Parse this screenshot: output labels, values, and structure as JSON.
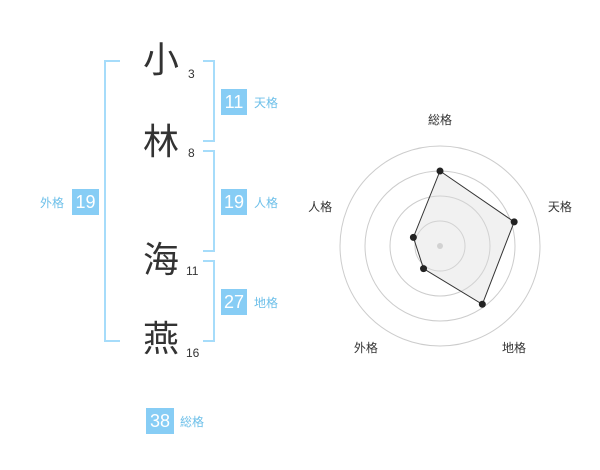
{
  "name": {
    "characters": [
      {
        "char": "小",
        "strokes": "3"
      },
      {
        "char": "林",
        "strokes": "8"
      },
      {
        "char": "海",
        "strokes": "11"
      },
      {
        "char": "燕",
        "strokes": "16"
      }
    ]
  },
  "fortunes": {
    "gaikaku": {
      "value": "19",
      "label": "外格"
    },
    "tenkaku": {
      "value": "11",
      "label": "天格"
    },
    "jinkaku": {
      "value": "19",
      "label": "人格"
    },
    "chikaku": {
      "value": "27",
      "label": "地格"
    },
    "soukaku": {
      "value": "38",
      "label": "総格"
    }
  },
  "colors": {
    "accent": "#87cdf5",
    "bracket": "#a6dcfa",
    "label": "#6cbfe9",
    "text": "#333333"
  },
  "chart_data": {
    "type": "radar",
    "axes": [
      "総格",
      "天格",
      "地格",
      "外格",
      "人格"
    ],
    "values": [
      0.75,
      0.78,
      0.72,
      0.28,
      0.28
    ],
    "rings": 4
  }
}
